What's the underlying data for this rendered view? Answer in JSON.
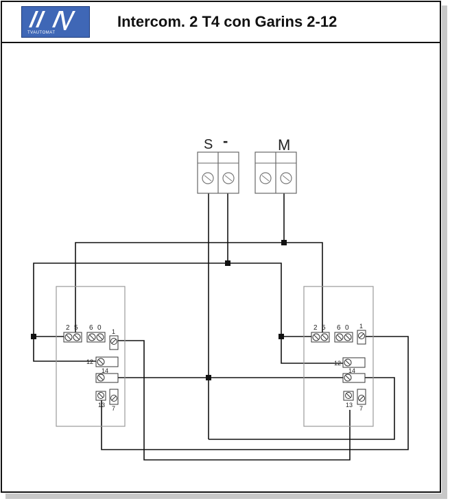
{
  "header": {
    "title": "Intercom. 2 T4 con Garins 2-12",
    "logo_mark": "//JV",
    "logo_subtext": "TVAUTOMAT"
  },
  "supply_terminals": {
    "s": "S",
    "minus": "-",
    "m": "M"
  },
  "unit_left": {
    "terminals": {
      "t2": "2",
      "t5": "5",
      "t6": "6",
      "t0": "0",
      "t1": "1",
      "t12": "12",
      "t14": "14",
      "t13": "13",
      "t7": "7"
    }
  },
  "unit_right": {
    "terminals": {
      "t2": "2",
      "t5": "5",
      "t6": "6",
      "t0": "0",
      "t1": "1",
      "t12": "12",
      "t14": "14",
      "t13": "13",
      "t7": "7"
    }
  },
  "colors": {
    "line": "#111111",
    "box": "#888888",
    "logo": "#3f67b6"
  }
}
